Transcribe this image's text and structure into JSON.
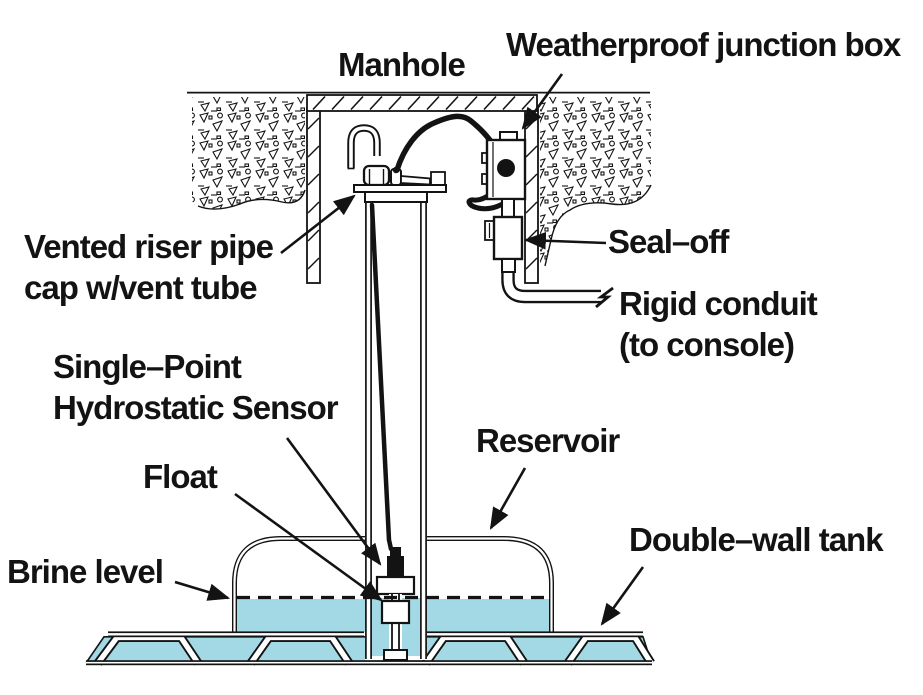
{
  "labels": {
    "manhole": "Manhole",
    "junction_box": "Weatherproof junction box",
    "vented_riser_1": "Vented riser pipe",
    "vented_riser_2": "cap w/vent tube",
    "seal_off": "Seal–off",
    "rigid_conduit_1": "Rigid conduit",
    "rigid_conduit_2": "(to console)",
    "sensor_1": "Single–Point",
    "sensor_2": "Hydrostatic Sensor",
    "float": "Float",
    "reservoir": "Reservoir",
    "brine_level": "Brine level",
    "double_wall_tank": "Double–wall tank"
  },
  "colors": {
    "brine": "#a3d8e5",
    "line": "#131313",
    "background": "#ffffff"
  }
}
